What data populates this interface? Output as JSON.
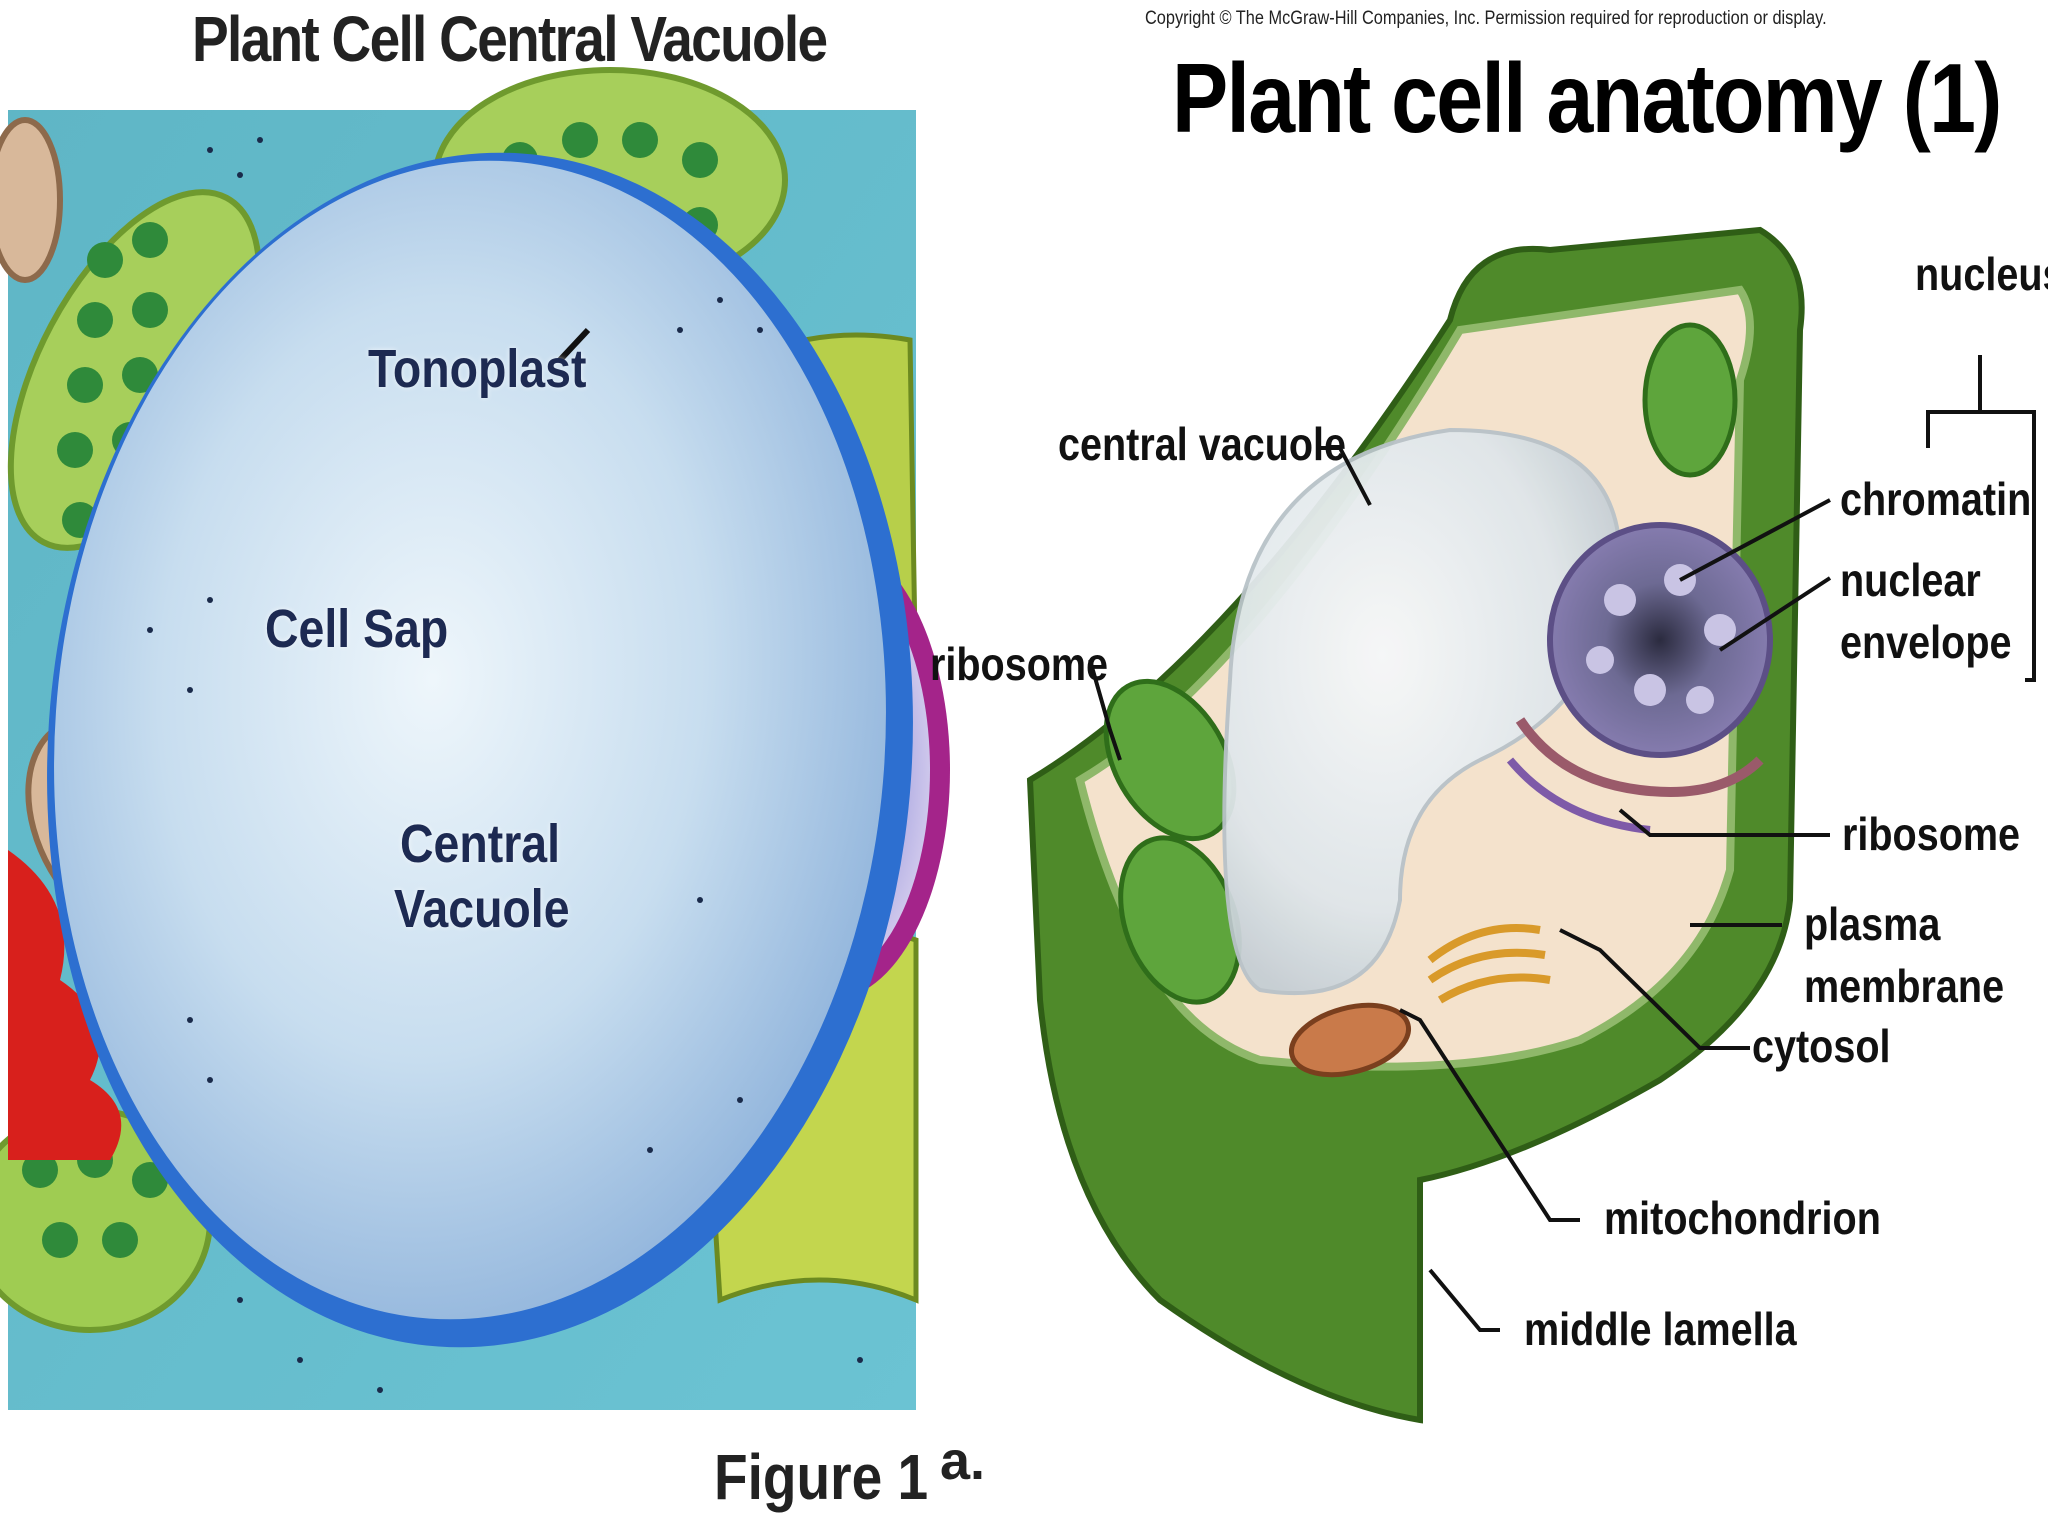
{
  "left_panel": {
    "title": "Plant Cell Central Vacuole",
    "labels": {
      "tonoplast": "Tonoplast",
      "cell_sap": "Cell Sap",
      "central_vacuole_1": "Central",
      "central_vacuole_2": "Vacuole"
    },
    "caption": "Figure 1"
  },
  "right_panel": {
    "copyright": "Copyright © The McGraw-Hill Companies, Inc. Permission required for reproduction or display.",
    "title": "Plant cell anatomy (1)",
    "panel_letter": "a.",
    "labels": {
      "nucleus": "nucleus",
      "central_vacuole": "central vacuole",
      "chromatin": "chromatin",
      "nuclear_1": "nuclear",
      "envelope": "envelope",
      "ribosome_left": "ribosome",
      "ribosome_right": "ribosome",
      "plasma": "plasma",
      "membrane": "membrane",
      "cytosol": "cytosol",
      "mitochondrion": "mitochondrion",
      "middle_lamella": "middle lamella"
    }
  }
}
